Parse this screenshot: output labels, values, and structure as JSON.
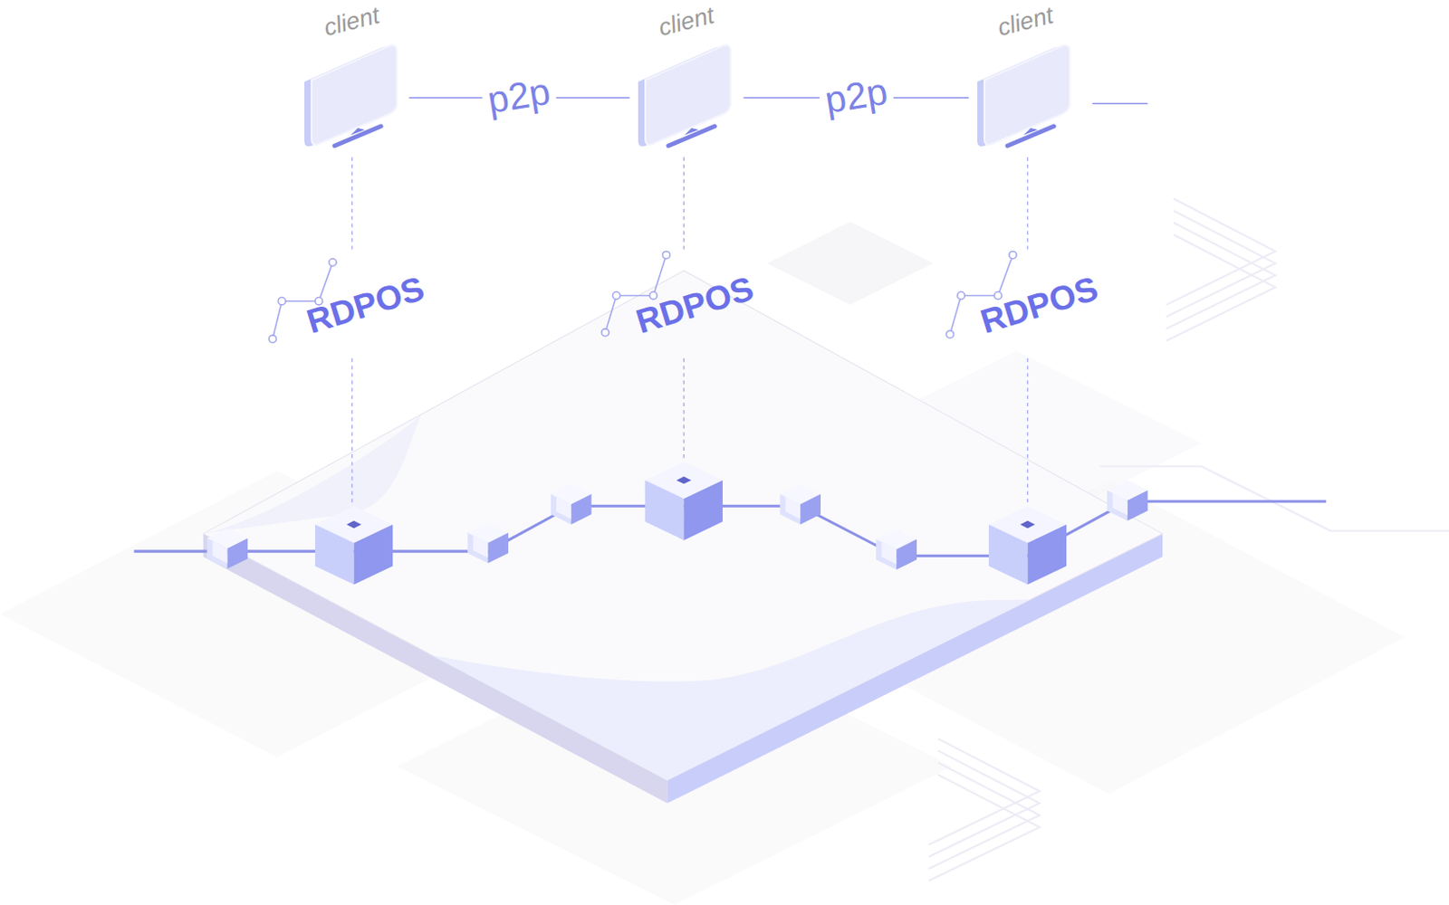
{
  "diagram": {
    "nodes": [
      {
        "text": [
          "client"
        ]
      },
      {
        "text": [
          "client"
        ]
      },
      {
        "text": [
          "client"
        ]
      }
    ],
    "edges": [
      {
        "from": 0,
        "to": 1,
        "arrow": "none",
        "label": "p2p"
      },
      {
        "from": 1,
        "to": 2,
        "arrow": "none",
        "label": "p2p"
      }
    ],
    "labels": [
      "RDPOS",
      "RDPOS",
      "RDPOS"
    ]
  }
}
